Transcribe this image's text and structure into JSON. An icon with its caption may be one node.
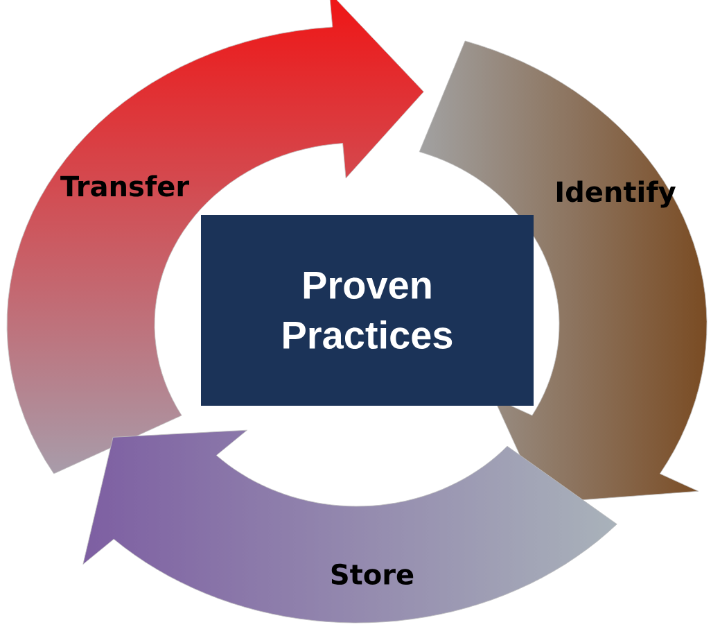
{
  "diagram": {
    "nodes": [
      {
        "text": [
          "Proven Practices"
        ]
      },
      {
        "text": [
          "Transfer"
        ]
      },
      {
        "text": [
          "Identify"
        ]
      },
      {
        "text": [
          "Store"
        ]
      }
    ]
  }
}
